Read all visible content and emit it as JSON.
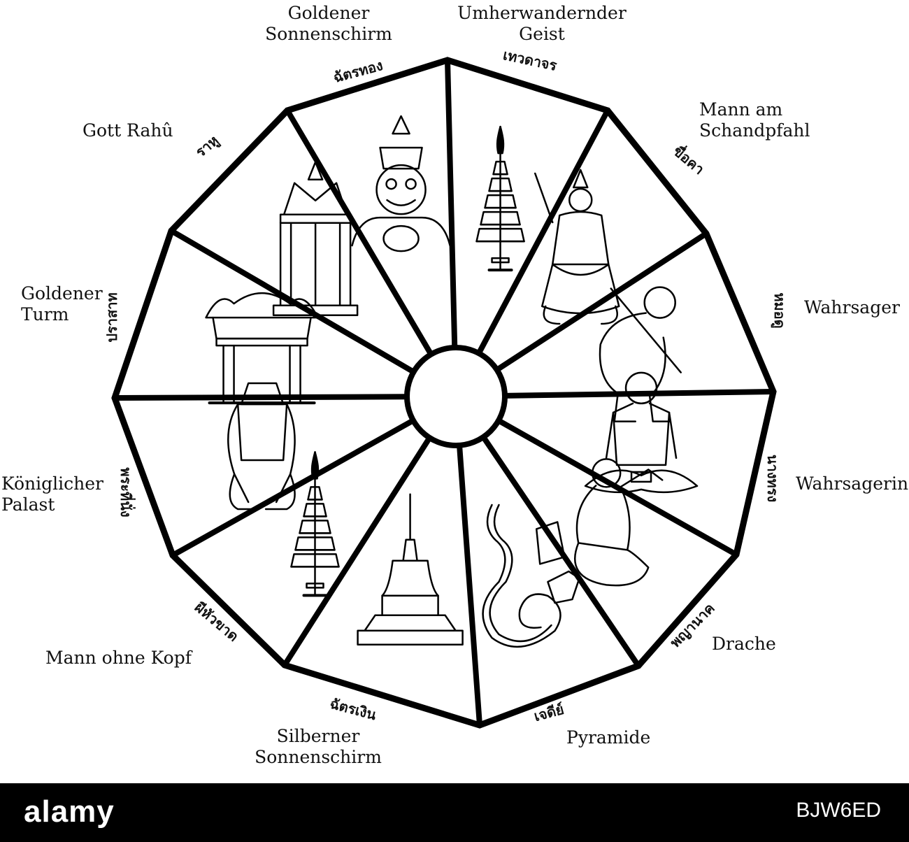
{
  "segments": [
    {
      "id": "goldener-sonnenschirm",
      "label": [
        "Goldener",
        "Sonnenschirm"
      ],
      "thai": "ฉัตรทอง",
      "icon": "umbrella-tiered"
    },
    {
      "id": "umherwandernder-geist",
      "label": [
        "Umherwandernder",
        "Geist"
      ],
      "thai": "เทวดาจร",
      "icon": "deity-figure"
    },
    {
      "id": "mann-am-schandpfahl",
      "label": [
        "Mann am",
        "Schandpfahl"
      ],
      "thai": "ขื่อคา",
      "icon": "crouching-man"
    },
    {
      "id": "wahrsager",
      "label": [
        "Wahrsager"
      ],
      "thai": "หมอดู",
      "icon": "seated-man"
    },
    {
      "id": "wahrsagerin",
      "label": [
        "Wahrsagerin"
      ],
      "thai": "นางทรง",
      "icon": "seated-woman"
    },
    {
      "id": "drache",
      "label": [
        "Drache"
      ],
      "thai": "พญานาค",
      "icon": "naga-serpent"
    },
    {
      "id": "pyramide",
      "label": [
        "Pyramide"
      ],
      "thai": "เจดีย์",
      "icon": "stupa"
    },
    {
      "id": "silberner-sonnenschirm",
      "label": [
        "Silberner",
        "Sonnenschirm"
      ],
      "thai": "ฉัตรเงิน",
      "icon": "umbrella-tiered"
    },
    {
      "id": "mann-ohne-kopf",
      "label": [
        "Mann ohne Kopf"
      ],
      "thai": "ผีหัวขาด",
      "icon": "headless-man"
    },
    {
      "id": "koeniglicher-palast",
      "label": [
        "Königlicher",
        "Palast"
      ],
      "thai": "พระที่นั่ง",
      "icon": "pavilion"
    },
    {
      "id": "goldener-turm",
      "label": [
        "Goldener",
        "Turm"
      ],
      "thai": "ปราสาท",
      "icon": "spired-tower"
    },
    {
      "id": "gott-rahu",
      "label": [
        "Gott Rahû"
      ],
      "thai": "ราหู",
      "icon": "demon-head"
    }
  ],
  "footer": {
    "wordmark": "alamy",
    "code": "BJW6ED"
  }
}
